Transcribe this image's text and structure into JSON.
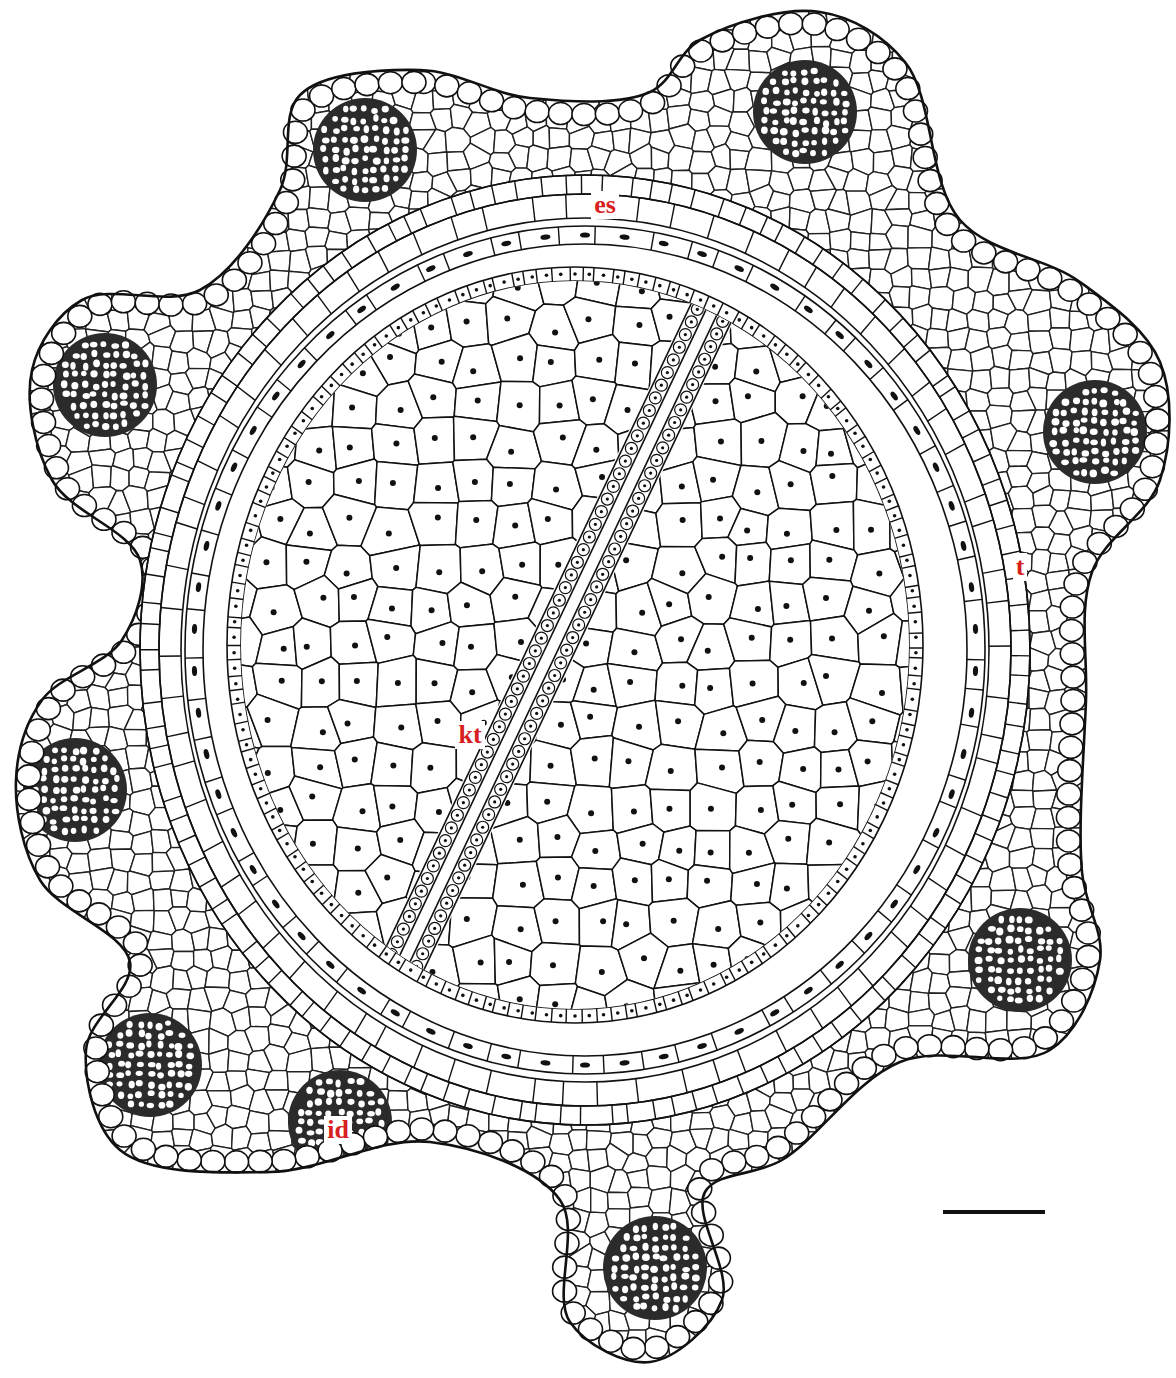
{
  "diagram": {
    "labels": [
      "es",
      "t",
      "kt",
      "id"
    ]
  }
}
